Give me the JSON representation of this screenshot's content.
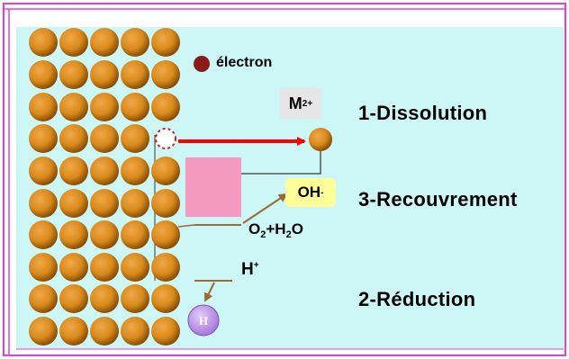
{
  "legend": {
    "electron_label": "électron"
  },
  "steps": {
    "dissolution": "1-Dissolution",
    "recouvrement": "3-Recouvrement",
    "reduction": "2-Réduction"
  },
  "species": {
    "metal_ion": "M",
    "metal_ion_charge": "2+",
    "hydroxide": "OH",
    "hydroxide_charge": "-",
    "o2_prefix": "O",
    "o2_sub1": "2",
    "o2_mid": "+H",
    "o2_sub2": "2",
    "o2_suffix": "O",
    "proton": "H",
    "proton_charge": "+",
    "hydrogen_atom": "H"
  },
  "colors": {
    "frame": "#e040e0",
    "electrolyte": "#cdf7f7",
    "metal_atom": "#d98a1a",
    "metal_atom_dark": "#8a4e06",
    "electron": "#8b1a1a",
    "arrow_red": "#ff0000",
    "arrow_brown": "#9a6a30",
    "film": "#f49ac0",
    "hydroxide_bg": "#ffff99",
    "hydrogen": "#c8a0ee"
  }
}
